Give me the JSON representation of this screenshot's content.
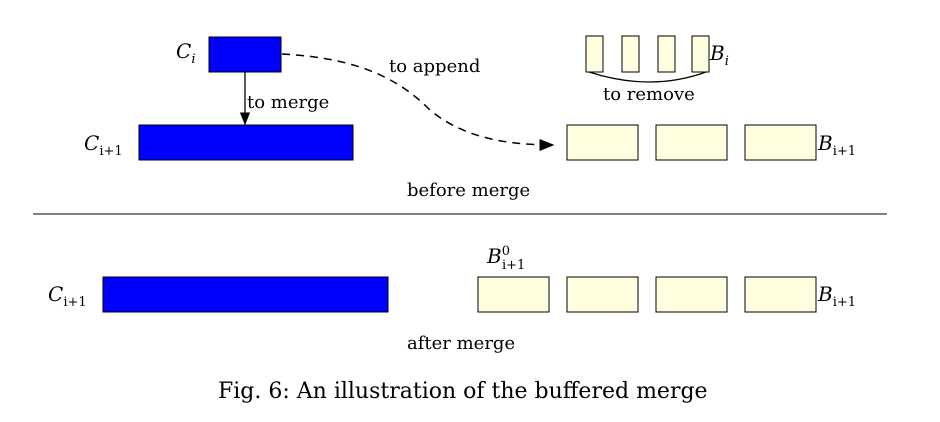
{
  "top": {
    "c_i": {
      "base": "C",
      "sub": "i"
    },
    "c_i1": {
      "base": "C",
      "sub": "i+1"
    },
    "b_i": {
      "base": "B",
      "sub": "i"
    },
    "b_i1": {
      "base": "B",
      "sub": "i+1"
    },
    "to_merge": "to merge",
    "to_append": "to append",
    "to_remove": "to remove",
    "caption": "before merge"
  },
  "bottom": {
    "c_i1": {
      "base": "C",
      "sub": "i+1"
    },
    "b0": {
      "base": "B",
      "sub": "i+1",
      "sup": "0"
    },
    "b_i1": {
      "base": "B",
      "sub": "i+1"
    },
    "caption": "after merge"
  },
  "figure_caption": "Fig. 6: An illustration of the buffered merge",
  "colors": {
    "chunk_fill": "#0000ff",
    "buffer_fill": "#ffffe0",
    "line": "#000000"
  }
}
